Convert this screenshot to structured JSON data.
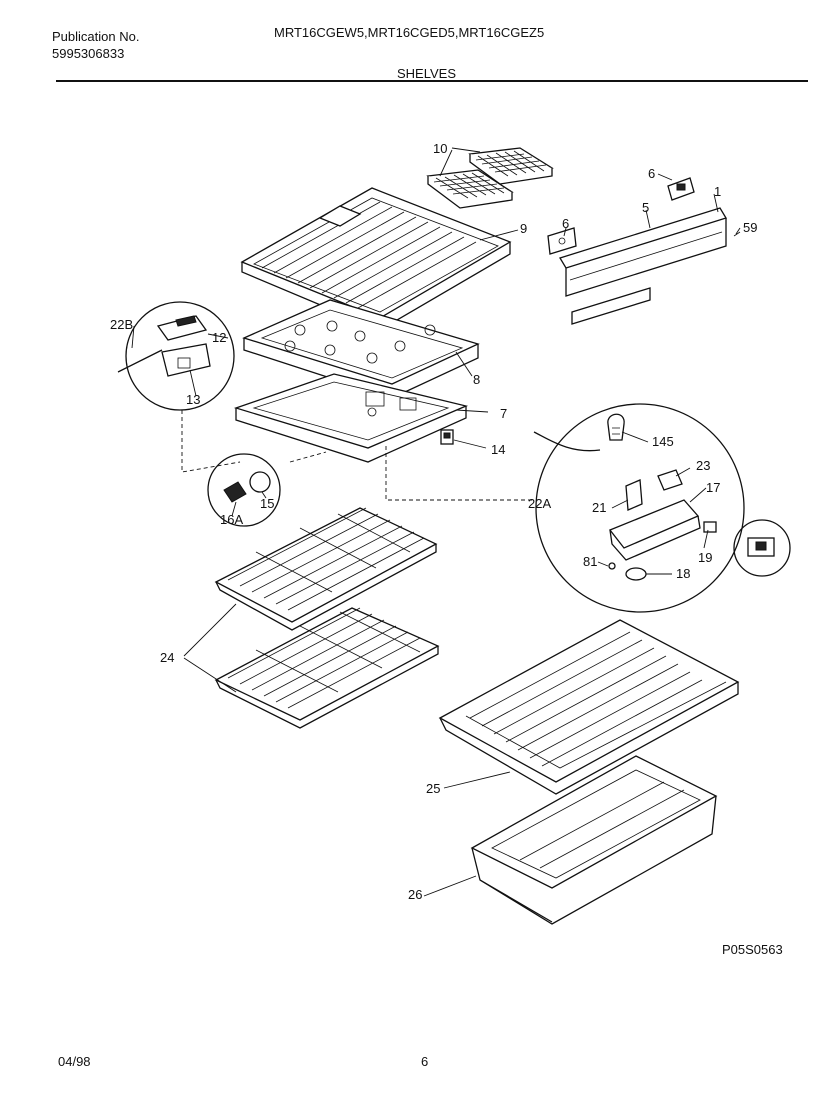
{
  "header": {
    "publication_label": "Publication No.",
    "publication_number": "5995306833",
    "models": "MRT16CGEW5,MRT16CGED5,MRT16CGEZ5",
    "section_title": "SHELVES"
  },
  "diagram": {
    "callouts": [
      "10",
      "6",
      "1",
      "5",
      "6",
      "59",
      "9",
      "22B",
      "12",
      "8",
      "13",
      "7",
      "14",
      "145",
      "23",
      "22A",
      "17",
      "21",
      "16A",
      "15",
      "19",
      "81",
      "18",
      "24",
      "25",
      "26"
    ]
  },
  "footer": {
    "drawing_code": "P05S0563",
    "date": "04/98",
    "page_number": "6"
  }
}
